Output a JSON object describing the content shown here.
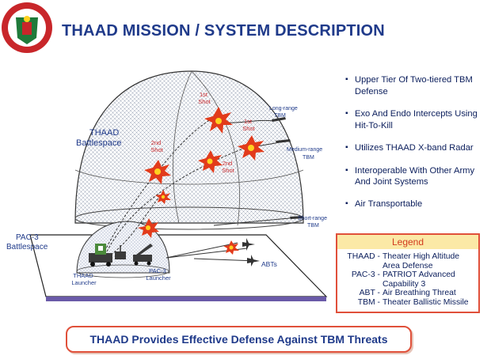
{
  "title": "THAAD MISSION / SYSTEM DESCRIPTION",
  "diagram": {
    "thaad_battlespace": [
      "THAAD",
      "Battlespace"
    ],
    "pac3_battlespace": [
      "PAC-3",
      "Battlespace"
    ],
    "thaad_launcher": [
      "THAAD",
      "Launcher"
    ],
    "pac3_launcher": [
      "PAC-3",
      "Launcher"
    ],
    "shots": [
      [
        "1st",
        "Shot"
      ],
      [
        "1st",
        "Shot"
      ],
      [
        "2nd",
        "Shot"
      ],
      [
        "2nd",
        "Shot"
      ]
    ],
    "threats": {
      "long_range": [
        "Long-range",
        "TBM"
      ],
      "medium_range": [
        "Medium-range",
        "TBM"
      ],
      "short_range": [
        "Short-range",
        "TBM"
      ],
      "abts": "ABTs"
    }
  },
  "bullets": [
    "Upper Tier Of Two-tiered TBM Defense",
    "Exo And Endo Intercepts Using Hit-To-Kill",
    "Utilizes THAAD X-band Radar",
    "Interoperable With Other Army And Joint Systems",
    "Air Transportable"
  ],
  "legend": {
    "title": "Legend",
    "items": [
      {
        "abbr": "THAAD -",
        "lines": [
          "Theater High Altitude",
          "Area Defense"
        ]
      },
      {
        "abbr": "PAC-3 -",
        "lines": [
          "PATRIOT Advanced",
          "Capability 3"
        ]
      },
      {
        "abbr": "ABT -",
        "lines": [
          "Air Breathing Threat"
        ]
      },
      {
        "abbr": "TBM -",
        "lines": [
          "Theater Ballistic Missile"
        ]
      }
    ]
  },
  "footer": "THAAD Provides Effective Defense Against TBM Threats",
  "colors": {
    "title_blue": "#1f3a8a",
    "text_navy": "#0b1e5c",
    "legend_border": "#e0503a",
    "legend_header_bg": "#fbe9a6",
    "explosion_red": "#e23b1b",
    "explosion_yellow": "#ffd21f",
    "logo_red": "#c8262a",
    "logo_green": "#1f7a3a"
  }
}
